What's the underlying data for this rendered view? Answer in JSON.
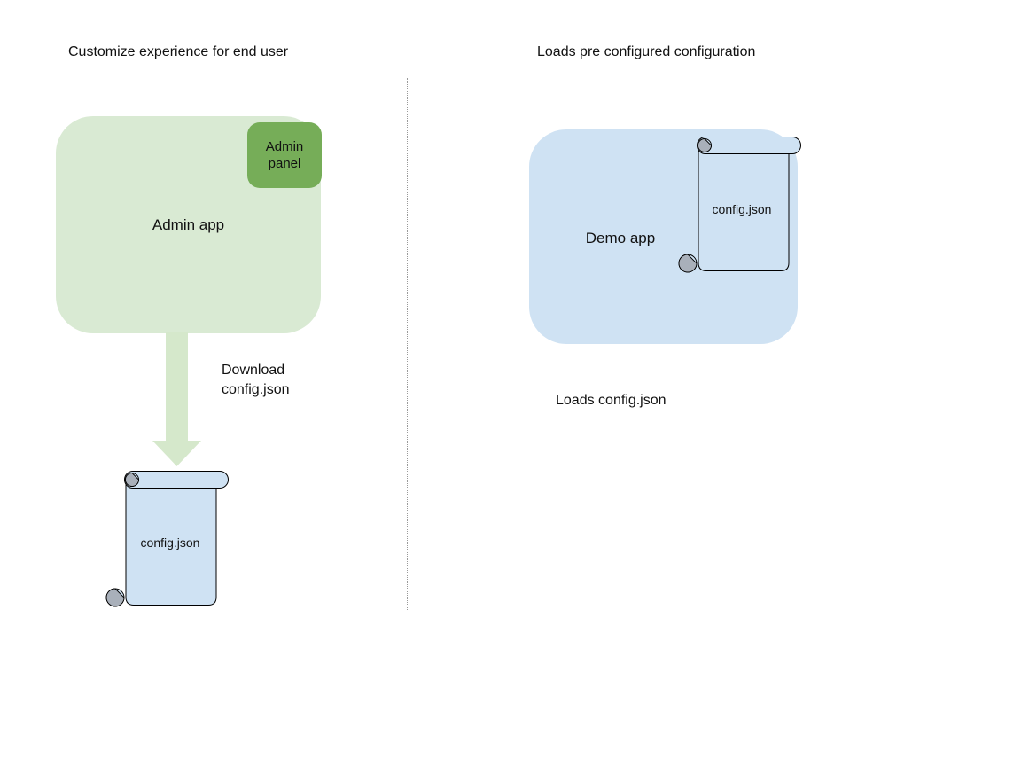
{
  "left_section": {
    "title": "Customize experience for end user",
    "admin_app_label": "Admin app",
    "admin_panel_label": "Admin panel",
    "arrow_label": "Download\nconfig.json",
    "scroll_label": "config.json"
  },
  "right_section": {
    "title": "Loads pre configured configuration",
    "demo_app_label": "Demo app",
    "scroll_label": "config.json",
    "caption": "Loads config.json"
  },
  "icons": {
    "left_scroll": "config-scroll-icon",
    "right_scroll": "config-scroll-icon",
    "arrow": "download-arrow-icon",
    "divider": "dotted-section-divider"
  },
  "colors": {
    "app_green_light": "#d9ead3",
    "panel_green": "#76ad58",
    "blue_light": "#cfe2f3",
    "arrow_green": "#d5e8cb",
    "curl_grey": "#a9b0ba",
    "outline": "#000000",
    "divider_grey": "#999999",
    "text": "#111111",
    "background": "#ffffff"
  }
}
